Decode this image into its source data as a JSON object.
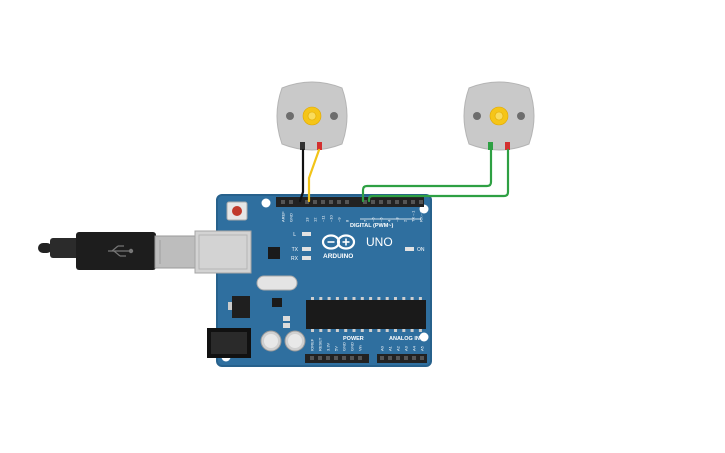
{
  "colors": {
    "background": "#ffffff",
    "board_blue": "#2f6f9f",
    "board_edge": "#27618c",
    "header_black": "#222222",
    "wire_black": "#111111",
    "wire_yellow": "#f2c418",
    "wire_green": "#2ea043",
    "wire_red": "#d33030",
    "motor_body": "#c9c9c9",
    "motor_gear": "#f5c518",
    "usb_metal": "#bfbfbf",
    "cable": "#333333",
    "reset_red": "#c0392b"
  },
  "board": {
    "logo_text": "ARDUINO",
    "model": "UNO",
    "digital_label": "DIGITAL (PWM~)",
    "power_label": "POWER",
    "analog_label": "ANALOG IN",
    "on_label": "ON",
    "l_label": "L",
    "tx_label": "TX",
    "rx_label": "RX",
    "aref_label": "AREF",
    "gnd_label": "GND",
    "digital_pins": [
      "13",
      "12",
      "~11",
      "~10",
      "~9",
      "8",
      "7",
      "~6",
      "~5",
      "4",
      "~3",
      "2",
      "TX→1",
      "RX←0"
    ],
    "power_pins": [
      "IOREF",
      "RESET",
      "3.3V",
      "5V",
      "GND",
      "GND",
      "Vin"
    ],
    "analog_pins": [
      "A0",
      "A1",
      "A2",
      "A3",
      "A4",
      "A5"
    ]
  },
  "components": {
    "motor_1": "dc-motor",
    "motor_2": "dc-motor",
    "usb": "usb-cable"
  },
  "wires": [
    {
      "from": "motor_1.terminal_a",
      "to": "board.GND",
      "color": "black"
    },
    {
      "from": "motor_1.terminal_b",
      "to": "board.pin_13",
      "color": "yellow"
    },
    {
      "from": "motor_2.terminal_a",
      "to": "board.pin_7",
      "color": "green"
    },
    {
      "from": "motor_2.terminal_b",
      "to": "board.pin_6",
      "color": "green"
    }
  ]
}
